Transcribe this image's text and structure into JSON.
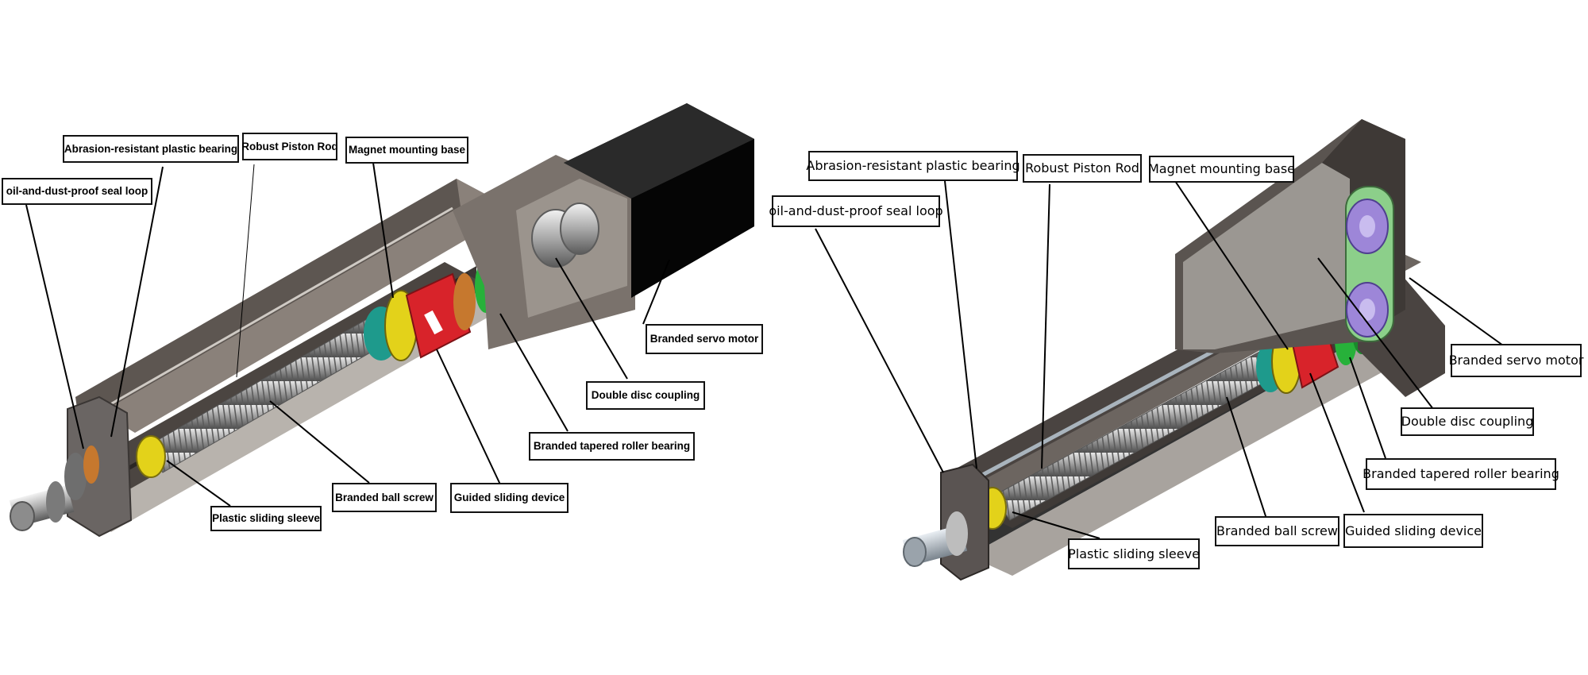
{
  "left_view": {
    "labels": {
      "seal_loop": "oil-and-dust-proof seal loop",
      "plastic_bearing": "Abrasion-resistant plastic bearing",
      "piston_rod": "Robust Piston Rod",
      "magnet_base": "Magnet mounting base",
      "servo_motor": "Branded servo motor",
      "disc_coupling": "Double disc coupling",
      "roller_bearing": "Branded tapered roller bearing",
      "sliding_device": "Guided sliding device",
      "ball_screw": "Branded ball screw",
      "sliding_sleeve": "Plastic sliding sleeve"
    }
  },
  "right_view": {
    "labels": {
      "seal_loop": "oil-and-dust-proof seal loop",
      "plastic_bearing": "Abrasion-resistant plastic bearing",
      "piston_rod": "Robust Piston Rod",
      "magnet_base": "Magnet mounting base",
      "servo_motor": "Branded servo motor",
      "disc_coupling": "Double disc coupling",
      "roller_bearing": "Branded tapered roller bearing",
      "sliding_device": "Guided sliding device",
      "ball_screw": "Branded ball screw",
      "sliding_sleeve": "Plastic sliding sleeve"
    }
  },
  "colors": {
    "housing": "#6f6660",
    "motor": "#0d0d0d",
    "screw": "#bdbdbd",
    "nut_red": "#d8232a",
    "collar_yellow": "#e3d21a",
    "ring_teal": "#1e9a8c",
    "ring_green": "#27b13a",
    "belt_green": "#8ccf8a",
    "pulley_purple": "#9d86d8"
  }
}
